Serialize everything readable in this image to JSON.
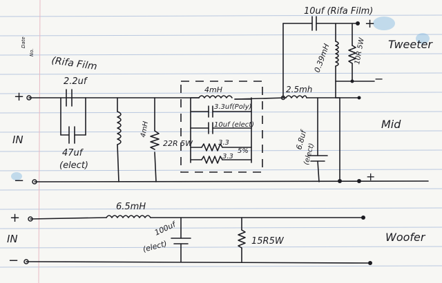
{
  "page_header": {
    "date_label": "Date",
    "no_label": "No."
  },
  "tweeter_section": {
    "cap_label": "10uf (Rifa Film)",
    "inductor_label": "0.39mH",
    "resistor_label": "10R 5W",
    "speaker_label": "Tweeter",
    "plus": "+",
    "minus": "−"
  },
  "mid_section": {
    "input_label": "IN",
    "plus": "+",
    "minus": "−",
    "film_note": "(Rifa Film",
    "cap_top_label": "2.2uf",
    "cap_bottom_label": "47uf",
    "cap_bottom_note": "(elect)",
    "shunt_inductor_label": "4mH",
    "shunt_resistor_label": "22R 5W",
    "series_inductor_label": "4mH",
    "box_cap_poly": "3.3uf(Poly)",
    "box_cap_elect": "10uf (elect)",
    "box_res_1": "3.3",
    "box_res_2": "3.3",
    "box_percent": "5%",
    "second_inductor_label": "2.5mh",
    "shunt_cap_label": "6.8uf",
    "shunt_cap_note": "(elect)",
    "speaker_label": "Mid",
    "out_plus": "+"
  },
  "woofer_section": {
    "input_label": "IN",
    "plus": "+",
    "minus": "−",
    "inductor_label": "6.5mH",
    "cap_label": "100uf",
    "cap_note": "(elect)",
    "resistor_label": "15R5W",
    "speaker_label": "Woofer"
  }
}
